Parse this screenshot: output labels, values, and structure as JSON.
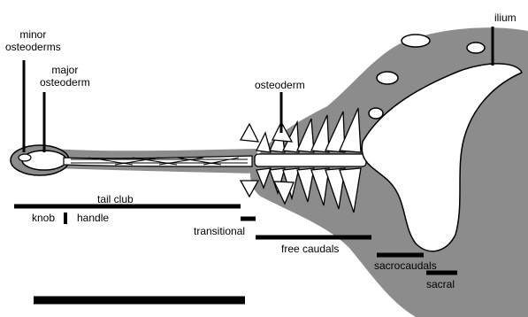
{
  "figure": {
    "labels": {
      "minor_osteoderms_line1": "minor",
      "minor_osteoderms_line2": "osteoderms",
      "major_osteoderm_line1": "major",
      "major_osteoderm_line2": "osteoderm",
      "osteoderm": "osteoderm",
      "ilium": "ilium",
      "tail_club": "tail club",
      "knob": "knob",
      "handle": "handle",
      "transitional": "transitional",
      "free_caudals": "free caudals",
      "sacrocaudals": "sacrocaudals",
      "sacral": "sacral"
    },
    "colors": {
      "body_fill": "#8c8c8c",
      "bone_fill": "#ffffff",
      "ink": "#000000"
    }
  }
}
